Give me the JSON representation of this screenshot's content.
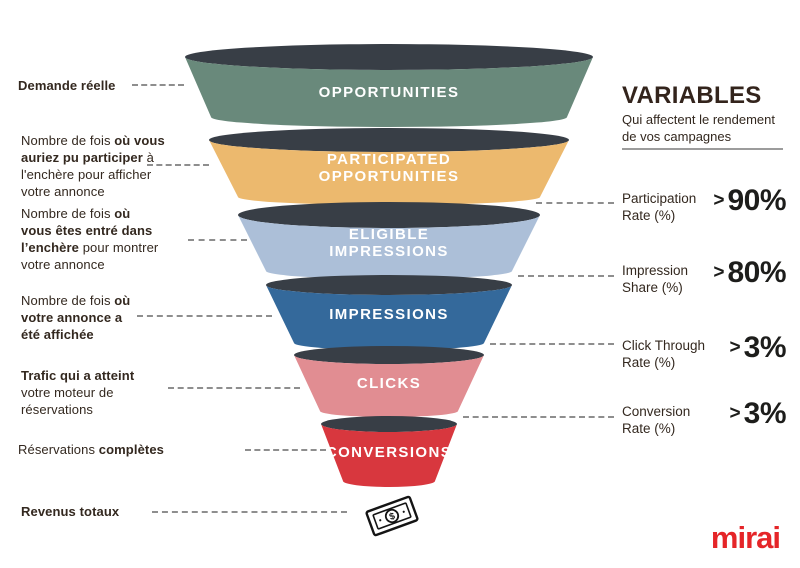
{
  "page": {
    "background": "#FFFFFF"
  },
  "left_labels": [
    {
      "name": "demande-reelle",
      "segments": [
        {
          "text": "Demande réelle",
          "bold": true
        }
      ]
    },
    {
      "name": "opportunities-note",
      "segments": [
        {
          "text": "Nombre de fois ",
          "bold": false
        },
        {
          "text": "où vous\nauriez pu participer",
          "bold": true
        },
        {
          "text": " à\nl'enchère pour afficher\nvotre annonce",
          "bold": false
        }
      ]
    },
    {
      "name": "eligible-note",
      "segments": [
        {
          "text": "Nombre de fois ",
          "bold": false
        },
        {
          "text": "où\nvous êtes entré dans\nl’enchère",
          "bold": true
        },
        {
          "text": " pour montrer\nvotre annonce",
          "bold": false
        }
      ]
    },
    {
      "name": "impressions-note",
      "segments": [
        {
          "text": "Nombre de fois ",
          "bold": false
        },
        {
          "text": "où\nvotre annonce a\nété affichée",
          "bold": true
        }
      ]
    },
    {
      "name": "clicks-note",
      "segments": [
        {
          "text": "Trafic qui a atteint",
          "bold": true
        },
        {
          "text": "\nvotre moteur de\nréservations",
          "bold": false
        }
      ]
    },
    {
      "name": "conversions-note",
      "segments": [
        {
          "text": "Réservations ",
          "bold": false
        },
        {
          "text": "complètes",
          "bold": true
        }
      ]
    },
    {
      "name": "revenus-note",
      "segments": [
        {
          "text": "Revenus totaux",
          "bold": true
        }
      ]
    }
  ],
  "funnel": {
    "rim_color": "#383E46",
    "stages": [
      {
        "label": "OPPORTUNITIES",
        "color": "#69897B"
      },
      {
        "label": "PARTICIPATED\nOPPORTUNITIES",
        "color": "#ECB96E"
      },
      {
        "label": "ELIGIBLE\nIMPRESSIONS",
        "color": "#ACBFD8"
      },
      {
        "label": "IMPRESSIONS",
        "color": "#34699B"
      },
      {
        "label": "CLICKS",
        "color": "#E18D92"
      },
      {
        "label": "CONVERSIONS",
        "color": "#D8373E"
      }
    ]
  },
  "variables_panel": {
    "title": "VARIABLES",
    "subtitle": "Qui affectent le rendement\nde vos campagnes",
    "rows": [
      {
        "label": "Participation\nRate (%)",
        "gt": ">",
        "value": "90%"
      },
      {
        "label": "Impression\nShare (%)",
        "gt": ">",
        "value": "80%"
      },
      {
        "label": "Click Through\nRate (%)",
        "gt": ">",
        "value": "3%"
      },
      {
        "label": "Conversion\nRate (%)",
        "gt": ">",
        "value": "3%"
      }
    ]
  },
  "icons": {
    "money": "banknote-with-dollar-sign"
  },
  "brand": {
    "logo_text": "mirai",
    "logo_color": "#E52528"
  }
}
